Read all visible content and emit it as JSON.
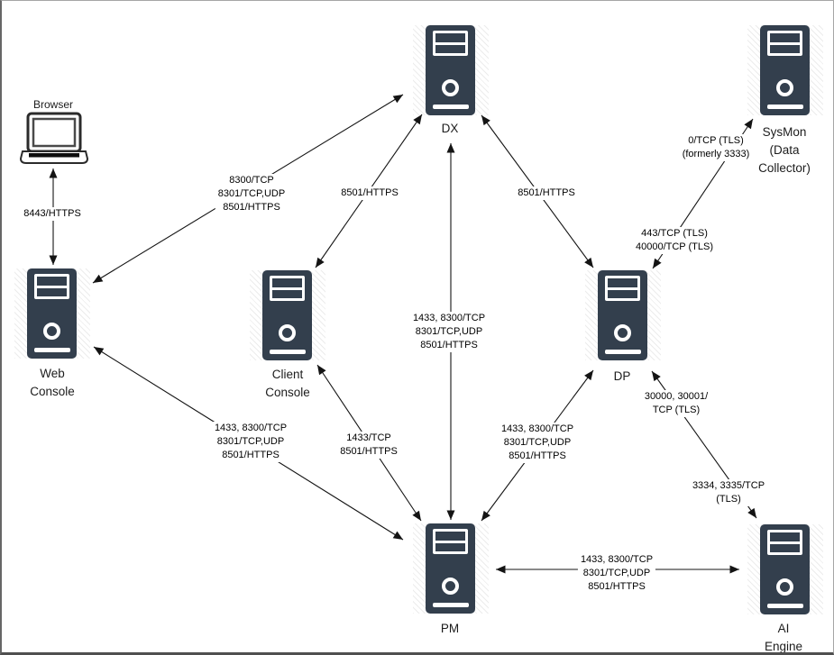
{
  "diagram_title": "",
  "colors": {
    "server_body": "#333f4d",
    "edge_line": "#141414",
    "label_text": "#000000",
    "canvas_border": "#666666",
    "shadow_hatch": "#ececec"
  },
  "icons": {
    "server": "server-tower-icon",
    "browser": "laptop-icon",
    "arrows": "double-headed-arrow"
  },
  "nodes": {
    "browser": {
      "label": "Browser"
    },
    "web_console": {
      "label": "Web\nConsole"
    },
    "client_console": {
      "label": "Client\nConsole"
    },
    "dx": {
      "label": "DX"
    },
    "sysmon": {
      "label": "SysMon\n(Data\nCollector)"
    },
    "dp": {
      "label": "DP"
    },
    "pm": {
      "label": "PM"
    },
    "ai_engine": {
      "label": "AI Engine"
    }
  },
  "edges": {
    "browser_web_console": {
      "label": "8443/HTTPS"
    },
    "web_console_dx": {
      "label": "8300/TCP\n8301/TCP,UDP\n8501/HTTPS"
    },
    "client_console_dx": {
      "label": "8501/HTTPS"
    },
    "dp_dx": {
      "label": "8501/HTTPS"
    },
    "dx_pm": {
      "label": "1433, 8300/TCP\n8301/TCP,UDP\n8501/HTTPS"
    },
    "web_console_pm": {
      "label": "1433, 8300/TCP\n8301/TCP,UDP\n8501/HTTPS"
    },
    "client_console_pm": {
      "label": "1433/TCP\n8501/HTTPS"
    },
    "dp_pm": {
      "label": "1433, 8300/TCP\n8301/TCP,UDP\n8501/HTTPS"
    },
    "dp_sysmon_upper": {
      "label": "0/TCP (TLS)\n(formerly 3333)"
    },
    "dp_sysmon_lower": {
      "label": "443/TCP (TLS)\n40000/TCP (TLS)"
    },
    "dp_ai_upper": {
      "label": "30000, 30001/\nTCP (TLS)"
    },
    "dp_ai_lower": {
      "label": "3334, 3335/TCP\n(TLS)"
    },
    "pm_ai_engine": {
      "label": "1433, 8300/TCP\n8301/TCP,UDP\n8501/HTTPS"
    }
  }
}
